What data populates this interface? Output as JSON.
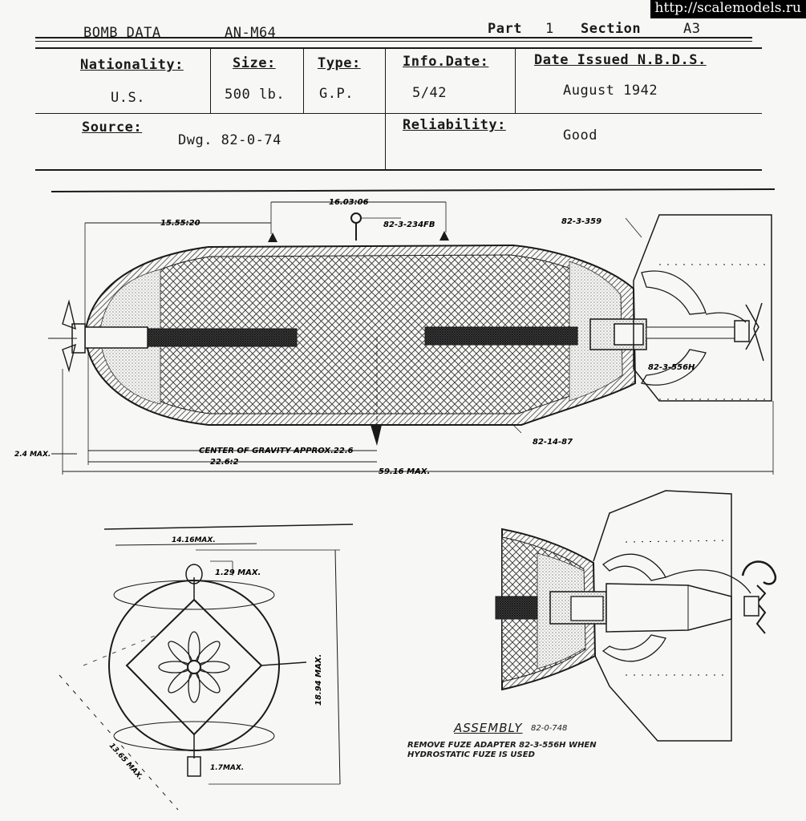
{
  "watermark": "http://scalemodels.ru",
  "header": {
    "title": "BOMB DATA",
    "designation": "AN-M64",
    "part_label": "Part",
    "part": "1",
    "section_label": "Section",
    "section": "A3"
  },
  "table": {
    "nationality_label": "Nationality:",
    "nationality": "U.S.",
    "size_label": "Size:",
    "size": "500 lb.",
    "type_label": "Type:",
    "type": "G.P.",
    "info_date_label": "Info.Date:",
    "info_date": "5/42",
    "date_issued_label": "Date Issued N.B.D.S.",
    "date_issued": "August 1942",
    "source_label": "Source:",
    "source": "Dwg. 82-0-74",
    "reliability_label": "Reliability:",
    "reliability": "Good"
  },
  "drawing": {
    "dim_1603": "16.03:06",
    "dim_1555": "15.55:20",
    "part_234fb": "82-3-234FB",
    "part_359": "82-3-359",
    "part_556h": "82-3-556H",
    "part_1487": "82-14-87",
    "dim_24": "2.4 MAX.",
    "cg_label": "CENTER OF GRAVITY APPROX.22.6",
    "dim_226": "22.6:2",
    "dim_5916": "59.16 MAX.",
    "dim_1416": "14.16MAX.",
    "dim_129": "1.29 MAX.",
    "dim_1894": "18.94 MAX.",
    "dim_1365": "13.65 MAX.",
    "dim_17": "1.7MAX.",
    "assembly_title": "ASSEMBLY",
    "assembly_dwg": "82-0-748",
    "note_line1": "REMOVE FUZE ADAPTER 82-3-556H WHEN",
    "note_line2": "HYDROSTATIC FUZE IS USED"
  }
}
